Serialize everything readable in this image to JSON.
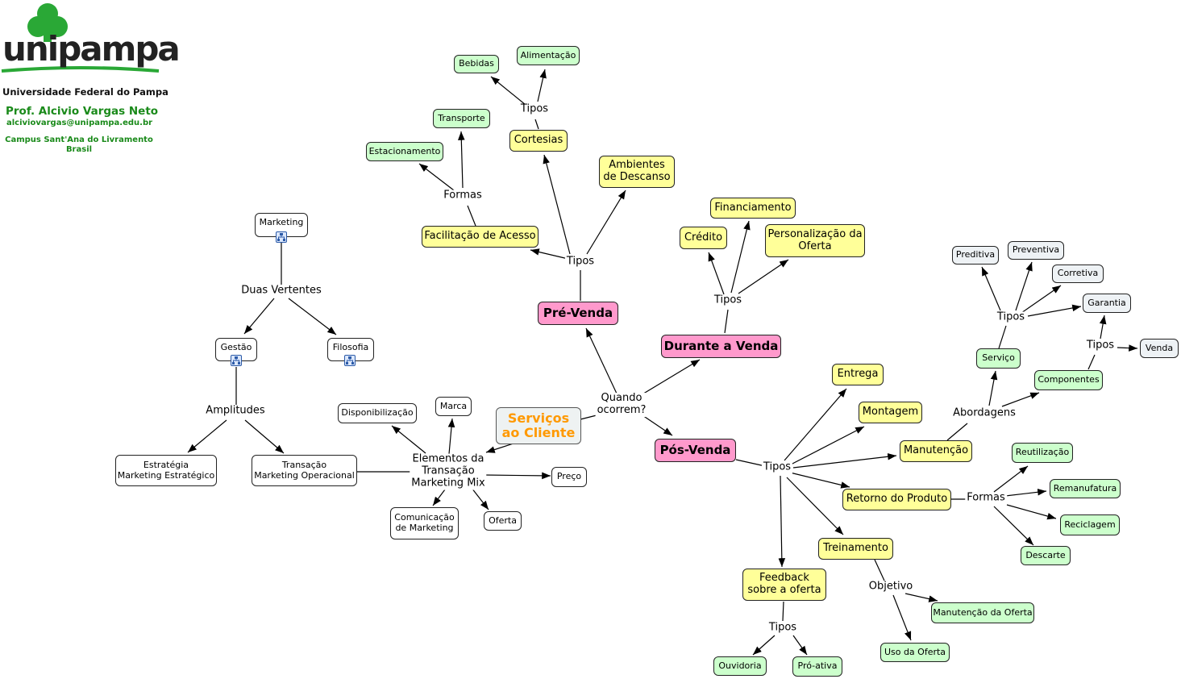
{
  "header": {
    "logo_word": "unipampa",
    "university": "Universidade Federal do Pampa",
    "professor": "Prof. Alcivio Vargas Neto",
    "email": "alciviovargas@unipampa.edu.br",
    "campus_line1": "Campus Sant'Ana do Livramento",
    "campus_line2": "Brasil",
    "brand_green": "#2aa836"
  },
  "nodes": {
    "servicos": "Serviços\nao Cliente",
    "pre_venda": "Pré-Venda",
    "durante_venda": "Durante a Venda",
    "pos_venda": "Pós-Venda",
    "facilitacao": "Facilitação de Acesso",
    "cortesias": "Cortesias",
    "ambientes": "Ambientes\nde Descanso",
    "bebidas": "Bebidas",
    "alimentacao": "Alimentação",
    "transporte": "Transporte",
    "estacionamento": "Estacionamento",
    "financiamento": "Financiamento",
    "credito": "Crédito",
    "personalizacao": "Personalização da\nOferta",
    "entrega": "Entrega",
    "montagem": "Montagem",
    "manutencao": "Manutenção",
    "retorno": "Retorno do Produto",
    "treinamento": "Treinamento",
    "feedback": "Feedback\nsobre a oferta",
    "ouvidoria": "Ouvidoria",
    "proativa": "Pró-ativa",
    "manut_oferta": "Manutenção da Oferta",
    "uso_oferta": "Uso da Oferta",
    "reutilizacao": "Reutilização",
    "remanufatura": "Remanufatura",
    "reciclagem": "Reciclagem",
    "descarte": "Descarte",
    "servico": "Serviço",
    "componentes": "Componentes",
    "preditiva": "Preditiva",
    "preventiva": "Preventiva",
    "corretiva": "Corretiva",
    "garantia": "Garantia",
    "venda": "Venda",
    "marketing": "Marketing",
    "gestao": "Gestão",
    "filosofia": "Filosofia",
    "estrategia": "Estratégia\nMarketing Estratégico",
    "transacao": "Transação\nMarketing Operacional",
    "disponibilizacao": "Disponibilização",
    "marca": "Marca",
    "preco": "Preço",
    "comunicacao": "Comunicação\nde Marketing",
    "oferta": "Oferta"
  },
  "labels": {
    "quando": "Quando\nocorrem?",
    "tipos_pre": "Tipos",
    "formas_fac": "Formas",
    "tipos_cort": "Tipos",
    "tipos_dur": "Tipos",
    "tipos_pos": "Tipos",
    "tipos_feed": "Tipos",
    "objetivo": "Objetivo",
    "formas_ret": "Formas",
    "abordagens": "Abordagens",
    "tipos_serv": "Tipos",
    "tipos_comp": "Tipos",
    "duas": "Duas Vertentes",
    "amplitudes": "Amplitudes",
    "elementos": "Elementos da\nTransação\nMarketing Mix"
  }
}
